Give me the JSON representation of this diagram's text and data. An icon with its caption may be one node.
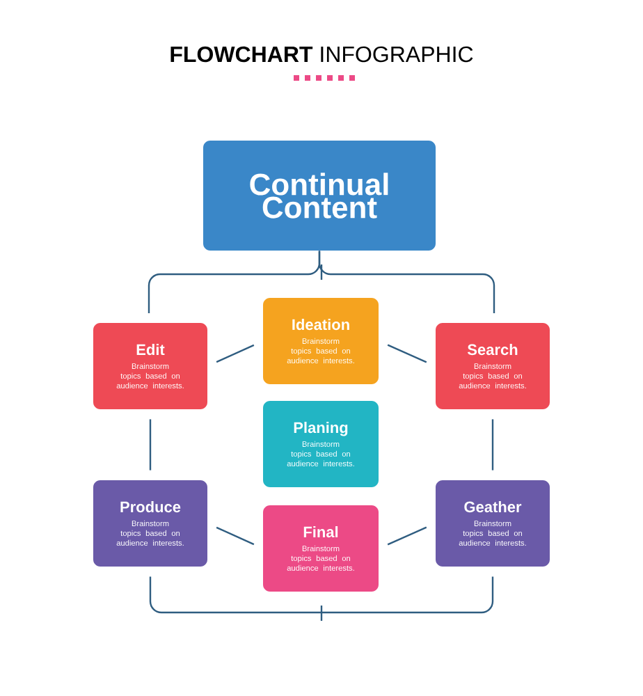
{
  "diagram": {
    "title": "**FLOWCHART** INFOGRAPHIC",
    "nodes": [
      {
        "text": [
          "Continual Content"
        ]
      },
      {
        "text": [
          "Edit",
          "Brainstorm topics based on audience interests."
        ]
      },
      {
        "text": [
          "Ideation",
          "Brainstorm topics based on audience interests."
        ]
      },
      {
        "text": [
          "Search",
          "Brainstorm topics based on audience interests."
        ]
      },
      {
        "text": [
          "Planing",
          "Brainstorm topics based on audience interests."
        ]
      },
      {
        "text": [
          "Produce",
          "Brainstorm topics based on audience interests."
        ]
      },
      {
        "text": [
          "Final",
          "Brainstorm topics based on audience interests."
        ]
      },
      {
        "text": [
          "Geather",
          "Brainstorm topics based on audience interests."
        ]
      }
    ],
    "edges": [
      {
        "from": 0,
        "to": 1,
        "arrow": "none"
      },
      {
        "from": 0,
        "to": 3,
        "arrow": "none"
      },
      {
        "from": 1,
        "to": 2,
        "arrow": "none"
      },
      {
        "from": 2,
        "to": 3,
        "arrow": "none"
      },
      {
        "from": 1,
        "to": 5,
        "arrow": "none"
      },
      {
        "from": 3,
        "to": 7,
        "arrow": "none"
      },
      {
        "from": 5,
        "to": 6,
        "arrow": "none"
      },
      {
        "from": 6,
        "to": 7,
        "arrow": "none"
      },
      {
        "from": 5,
        "to": 7,
        "arrow": "none"
      }
    ]
  }
}
